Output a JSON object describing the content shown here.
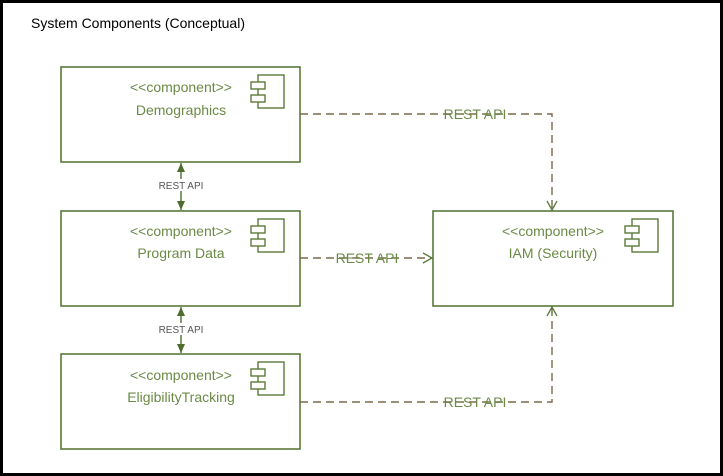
{
  "title": "System Components (Conceptual)",
  "colors": {
    "stroke": "#5a7a3a",
    "text": "#6b8a45",
    "dash": "#7a6a4a"
  },
  "components": [
    {
      "id": "demographics",
      "stereotype": "<<component>>",
      "name": "Demographics"
    },
    {
      "id": "program-data",
      "stereotype": "<<component>>",
      "name": "Program Data"
    },
    {
      "id": "eligibility",
      "stereotype": "<<component>>",
      "name": "EligibilityTracking"
    },
    {
      "id": "iam",
      "stereotype": "<<component>>",
      "name": "IAM (Security)"
    }
  ],
  "connections": [
    {
      "from": "demographics",
      "to": "program-data",
      "label": "REST API",
      "style": "solid-bidirectional"
    },
    {
      "from": "program-data",
      "to": "eligibility",
      "label": "REST API",
      "style": "solid-bidirectional"
    },
    {
      "from": "demographics",
      "to": "iam",
      "label": "REST API",
      "style": "dashed-open-arrow"
    },
    {
      "from": "program-data",
      "to": "iam",
      "label": "REST API",
      "style": "dashed-open-arrow"
    },
    {
      "from": "eligibility",
      "to": "iam",
      "label": "REST API",
      "style": "dashed-open-arrow"
    }
  ]
}
